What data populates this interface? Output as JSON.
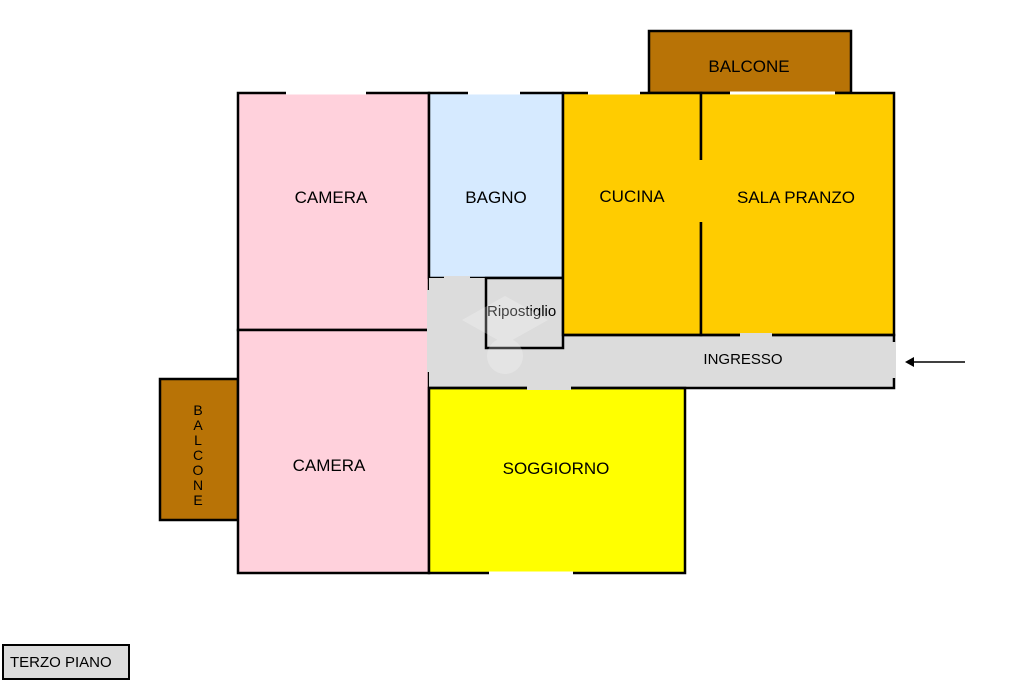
{
  "rooms": {
    "balcone_top": "BALCONE",
    "camera_top": "CAMERA",
    "bagno": "BAGNO",
    "cucina": "CUCINA",
    "sala_pranzo": "SALA PRANZO",
    "ripostiglio": "Ripostiglio",
    "ingresso": "INGRESSO",
    "camera_bottom": "CAMERA",
    "soggiorno": "SOGGIORNO",
    "balcone_left": [
      "B",
      "A",
      "L",
      "C",
      "O",
      "N",
      "E"
    ]
  },
  "floor_label": "TERZO PIANO",
  "colors": {
    "camera": "#ffd1dc",
    "bagno": "#d6eaff",
    "cucina": "#ffcc00",
    "soggiorno": "#ffff00",
    "balcone": "#b87306",
    "corridor": "#dcdcdc"
  },
  "icons": {
    "entrance": "arrow-left-icon"
  }
}
